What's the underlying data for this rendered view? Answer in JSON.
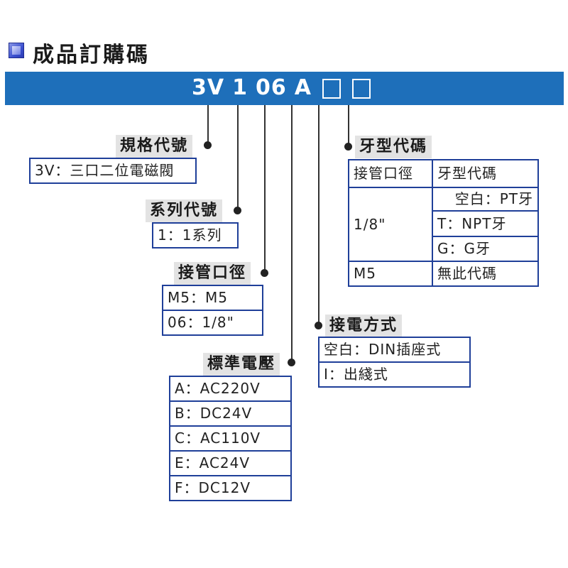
{
  "header": {
    "title": "成品訂購碼"
  },
  "code": {
    "segments": [
      "3V",
      "1",
      "06",
      "A"
    ]
  },
  "spec": {
    "label": "規格代號",
    "rows": [
      "3V：三口二位電磁閥"
    ]
  },
  "series": {
    "label": "系列代號",
    "rows": [
      "1：1系列"
    ]
  },
  "port": {
    "label": "接管口徑",
    "rows": [
      "M5：M5",
      "06：1/8\""
    ]
  },
  "voltage": {
    "label": "標準電壓",
    "rows": [
      "A：AC220V",
      "B：DC24V",
      "C：AC110V",
      "E：AC24V",
      "F：DC12V"
    ]
  },
  "connection": {
    "label": "接電方式",
    "rows": [
      "空白：DIN插座式",
      "I：出綫式"
    ]
  },
  "thread": {
    "label": "牙型代碼",
    "col1_header": "接管口徑",
    "col2_header": "牙型代碼",
    "size_18": "1/8\"",
    "size_m5": "M5",
    "opt_blank": "空白：PT牙",
    "opt_t": "T：NPT牙",
    "opt_g": "G：G牙",
    "opt_m5": "無此代碼"
  }
}
